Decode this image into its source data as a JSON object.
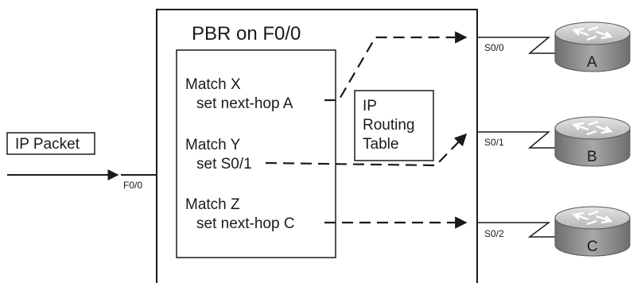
{
  "diagram": {
    "packet_label": "IP Packet",
    "inbound_interface": "F0/0",
    "policy_title": "PBR on F0/0",
    "rules": [
      {
        "match": "Match X",
        "action": "set next-hop A"
      },
      {
        "match": "Match Y",
        "action": "set S0/1"
      },
      {
        "match": "Match Z",
        "action": "set next-hop C"
      }
    ],
    "routing_table_lines": [
      "IP",
      "Routing",
      "Table"
    ],
    "outbound": [
      {
        "interface": "S0/0",
        "router": "A"
      },
      {
        "interface": "S0/1",
        "router": "B"
      },
      {
        "interface": "S0/2",
        "router": "C"
      }
    ],
    "colors": {
      "router_body": "#8a8a8a",
      "router_top": "#c8c8c8",
      "line": "#1a1a1a"
    }
  }
}
